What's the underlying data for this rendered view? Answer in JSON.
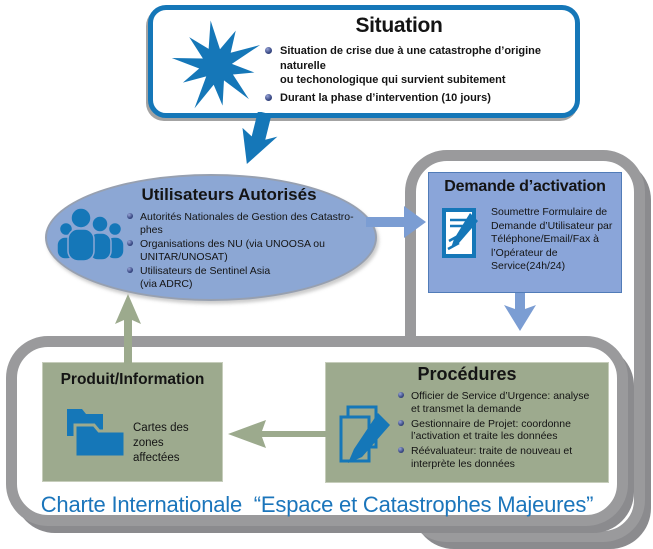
{
  "situation": {
    "title": "Situation",
    "bullets": [
      "Situation de crise due à une catastrophe d’origine naturelle\nou techonologique qui survient subitement",
      "Durant la phase d’intervention (10 jours)"
    ],
    "icon": "starburst-icon"
  },
  "utilisateurs": {
    "title": "Utilisateurs Autorisés",
    "bullets": [
      "Autorités Nationales de Gestion des Catastro-\nphes",
      "Organisations des NU (via UNOOSA ou\nUNITAR/UNOSAT)",
      "Utilisateurs de Sentinel Asia\n(via ADRC)"
    ],
    "icon": "people-group-icon"
  },
  "demande": {
    "title": "Demande d’activation",
    "body": "Soumettre Formulaire de\nDemande d’Utilisateur par\nTéléphone/Email/Fax à\nl’Opérateur de\nService(24h/24)",
    "icon": "form-pencil-icon"
  },
  "procedures": {
    "title": "Procédures",
    "bullets": [
      "Officier de Service d’Urgence: analyse\net transmet la demande",
      "Gestionnaire de Projet: coordonne\nl’activation et traite les données",
      "Réévaluateur: traite de nouveau et\ninterprète les données"
    ],
    "icon": "documents-pencil-icon"
  },
  "produit": {
    "title": "Produit/Information",
    "body": "Cartes des zones\naffectées",
    "icon": "folders-icon"
  },
  "footer": {
    "label": "Charte Internationale  “Espace et Catastrophes Majeures”"
  },
  "colors": {
    "primary_blue": "#1577b8",
    "light_blue_fill": "#8ca7d4",
    "arrow_light_blue": "#7b9dd3",
    "sage_green": "#9daa8e",
    "sage_arrow": "#9caa8d",
    "gray_border": "#9a9a9c",
    "footer_blue": "#1b75bb"
  }
}
